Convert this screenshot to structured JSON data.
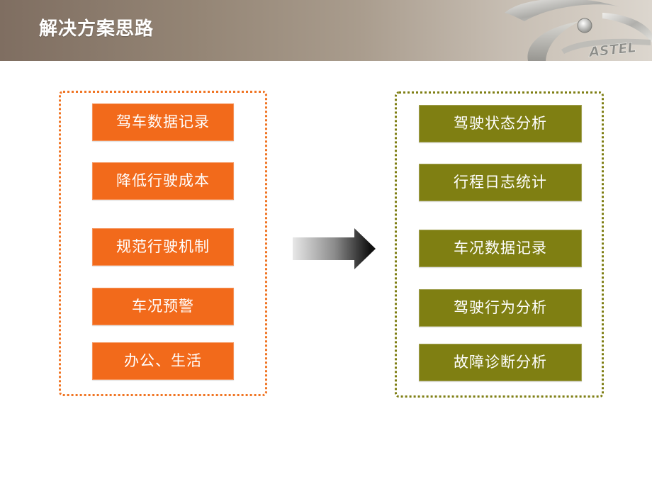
{
  "header": {
    "title": "解决方案思路",
    "logo_text": "ASTEL"
  },
  "left_panel": {
    "items": [
      "驾车数据记录",
      "降低行驶成本",
      "规范行驶机制",
      "车况预警",
      "办公、生活"
    ]
  },
  "right_panel": {
    "items": [
      "驾驶状态分析",
      "行程日志统计",
      "车况数据记录",
      "驾驶行为分析",
      "故障诊断分析"
    ]
  },
  "flow": {
    "arrow_icon": "right-arrow-icon"
  },
  "colors": {
    "header_dark": "#7f6e61",
    "header_light": "#dcd6ce",
    "orange": "#f26a1b",
    "orange_border": "#f07524",
    "olive": "#7f7f12",
    "olive_border": "#7f7f14",
    "text_on_box": "#ffffff"
  }
}
